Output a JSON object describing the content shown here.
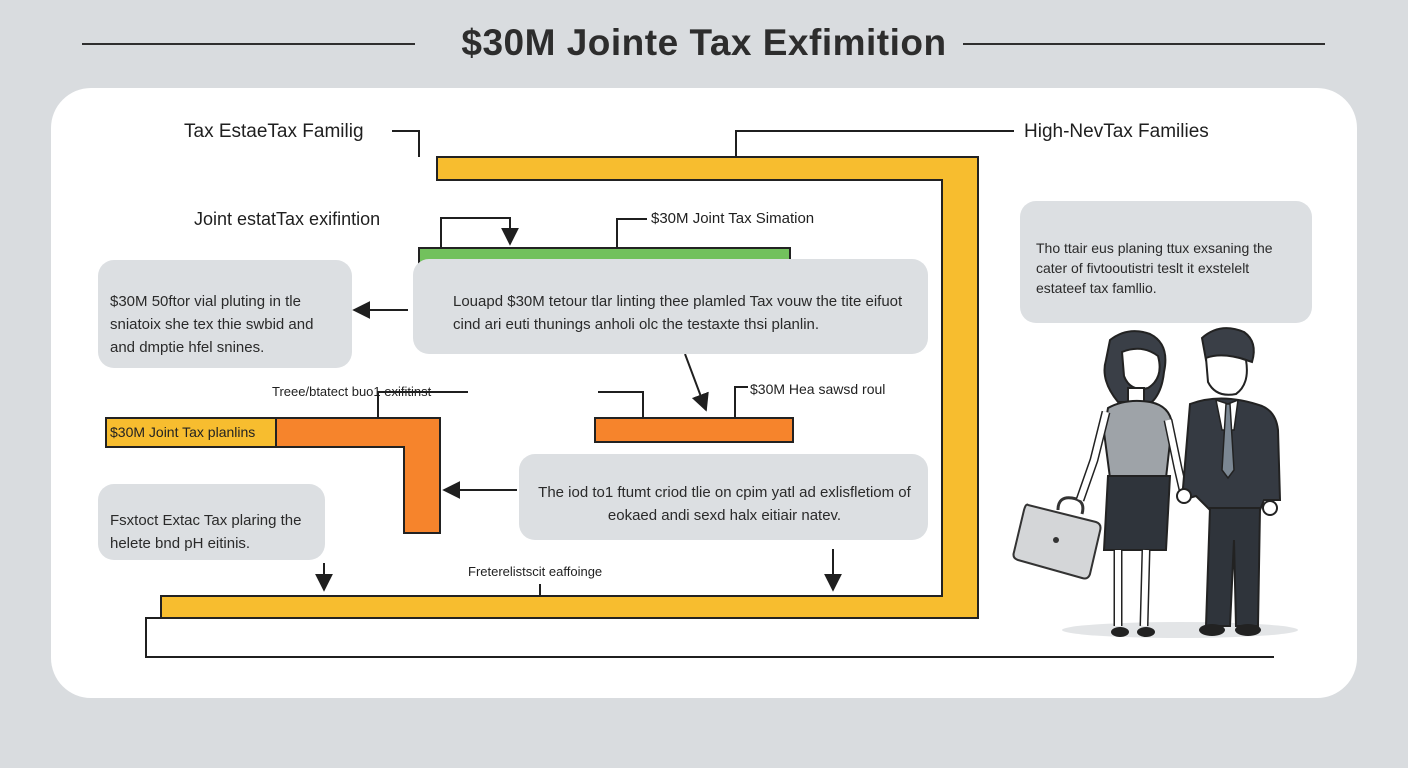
{
  "title": "$30M Jointe Tax Exfimition",
  "labels": {
    "top_left": "Tax EstaeTax Familig",
    "top_right": "High-NevTax Families",
    "joint": "Joint estatTax exifintion",
    "sim": "$30M Joint Tax Simation",
    "mid_left": "Treee/btatect buo1 exifitinst",
    "mid_right": "$30M Hea sawsd roul",
    "bottom": "Freterelistscit eaffoinge",
    "orange_bar": "$30M Joint Tax planlins"
  },
  "boxes": {
    "left1": "$30M 50ftor vial pluting in tle sniatoix she tex thie swbid and and dmptie hfel snines.",
    "center1": "Louapd $30M tetour tlar linting thee plamled Tax vouw the tite eifuot cind ari euti thunings anholi olc the testaxte thsi planlin.",
    "right1": "Tho ttair eus planing ttux exsaning the cater of fivtooutistri teslt it exstelelt estateef tax famllio.",
    "center2": "The iod to1 ftumt criod tlie on cpim yatl ad exlisfletiom of eokaed andi sexd halx eitiair natev.",
    "left2": "Fsxtoct Extac Tax plaring the helete bnd pH eitinis."
  },
  "colors": {
    "yellow": "#f7bd2f",
    "green": "#72c15d",
    "orange": "#f6842c",
    "box_bg": "#dcdfe2"
  },
  "icons": [
    "arrow-icon",
    "briefcase-icon",
    "couple-illustration"
  ]
}
